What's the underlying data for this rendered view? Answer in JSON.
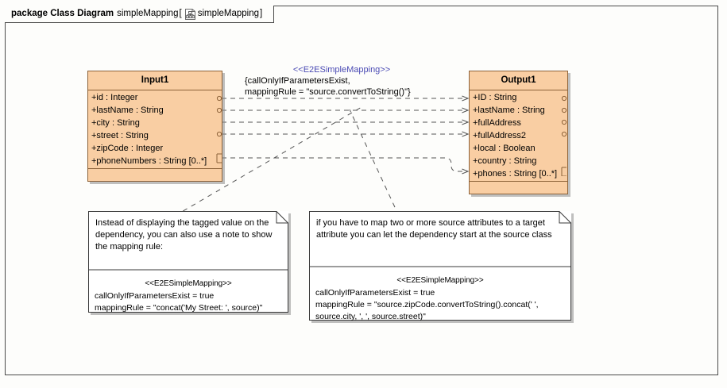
{
  "frame": {
    "keyword": "package Class Diagram",
    "name": "simpleMapping",
    "bracket_open": "[",
    "bracket_close": "]",
    "icon": "class-diagram-icon",
    "inner_name": "simpleMapping"
  },
  "classes": {
    "input": {
      "name": "Input1",
      "attributes": [
        "+id : Integer",
        "+lastName : String",
        "+city : String",
        "+street : String",
        "+zipCode : Integer",
        "+phoneNumbers : String [0..*]"
      ],
      "operations": []
    },
    "output": {
      "name": "Output1",
      "attributes": [
        "+ID : String",
        "+lastName : String",
        "+fullAddress",
        "+fullAddress2",
        "+local : Boolean",
        "+country : String",
        "+phones : String [0..*]"
      ],
      "operations": []
    }
  },
  "dependency_tag": {
    "stereotype": "<<E2ESimpleMapping>>",
    "line1": "{callOnlyIfParametersExist,",
    "line2": "mappingRule = \"source.convertToString()\"}"
  },
  "notes": [
    {
      "id": "note-left",
      "text": "Instead of displaying the tagged value on the dependency, you can also use a note to show the mapping rule:",
      "stereotype": "<<E2ESimpleMapping>>",
      "rules": [
        "callOnlyIfParametersExist = true",
        "mappingRule = \"concat('My Street: ', source)\""
      ]
    },
    {
      "id": "note-right",
      "text": "if you have to map two or more source attributes to a target attribute you can let the dependency start at the source class",
      "stereotype": "<<E2ESimpleMapping>>",
      "rules": [
        "callOnlyIfParametersExist = true",
        "mappingRule = \"source.zipCode.convertToString().concat(' ', source.city, ', ', source.street)\""
      ]
    }
  ],
  "colors": {
    "class_fill": "#f9cea3",
    "class_border": "#8c6239",
    "stereotype_blue": "#4a4ab4",
    "frame_border": "#4a4a4a",
    "link_line": "#555555",
    "canvas": "#fdfdfb"
  }
}
